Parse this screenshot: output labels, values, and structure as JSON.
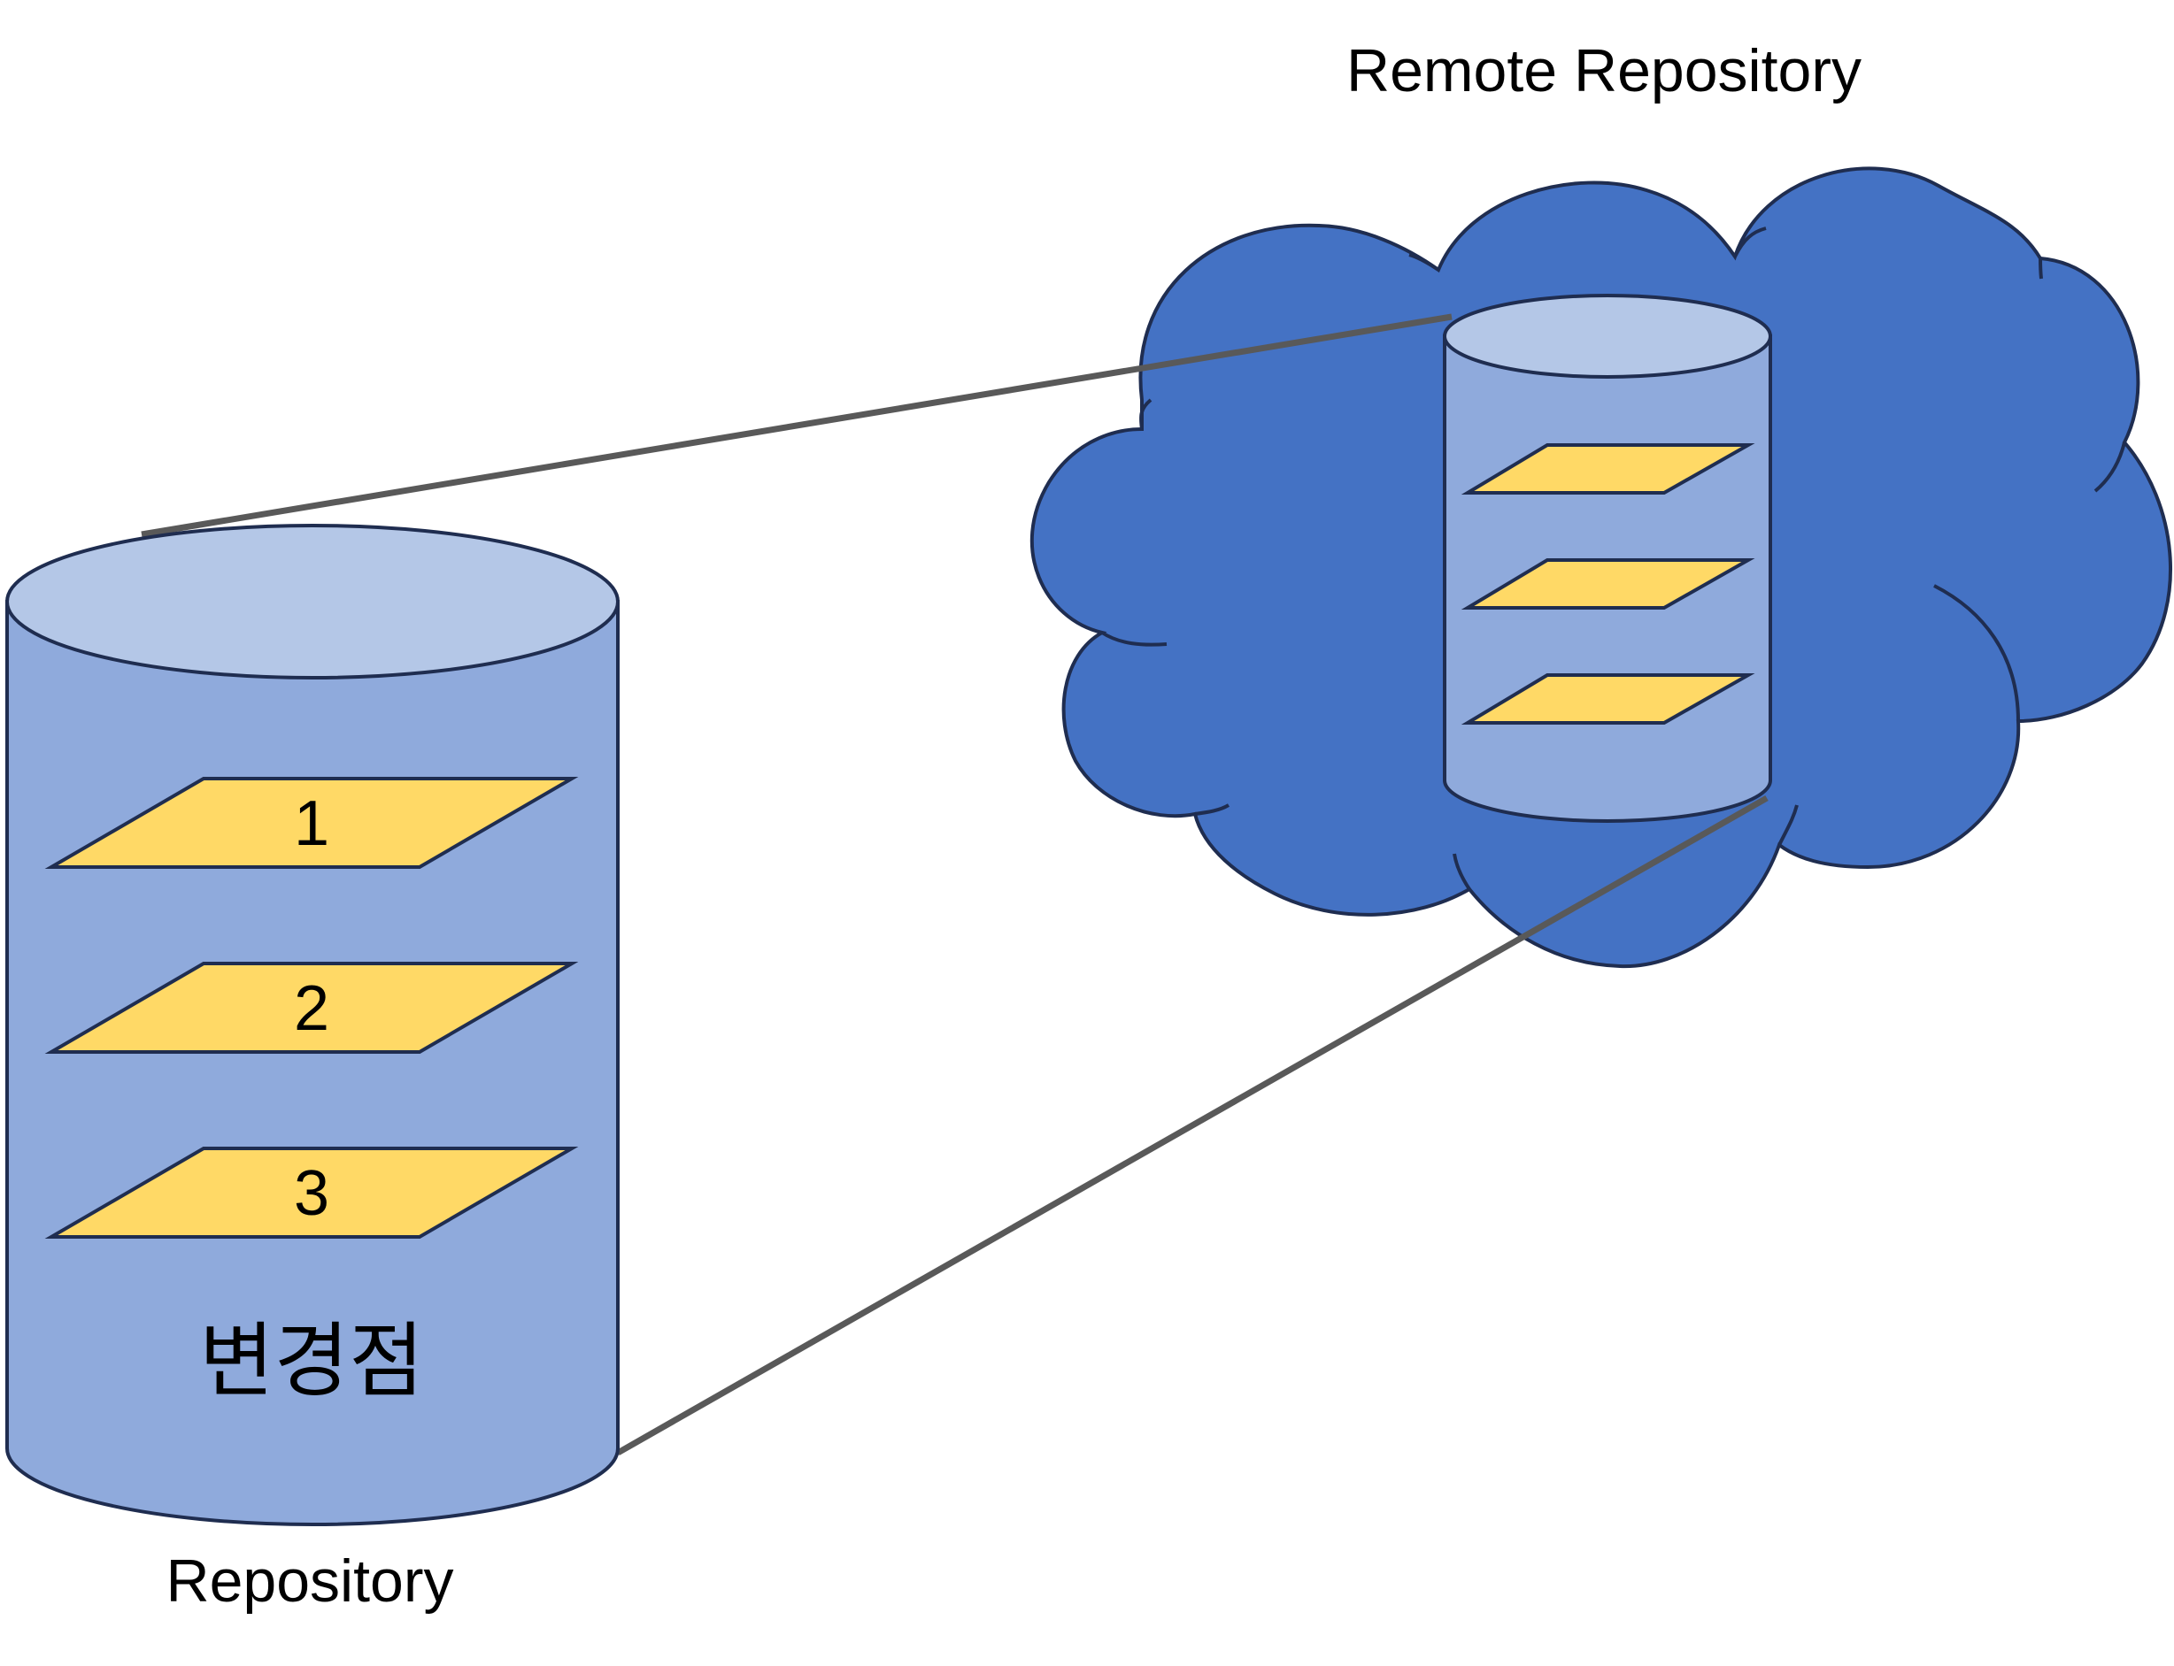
{
  "remote": {
    "title": "Remote Repository"
  },
  "local": {
    "title": "Repository",
    "changes_label": "변경점",
    "commits": [
      "1",
      "2",
      "3"
    ]
  },
  "colors": {
    "cloud": "#4472C4",
    "cylinder_body": "#8FAADC",
    "cylinder_top": "#B4C7E7",
    "outline": "#1F2D50",
    "commit_fill": "#FFD966",
    "connector": "#595959"
  }
}
